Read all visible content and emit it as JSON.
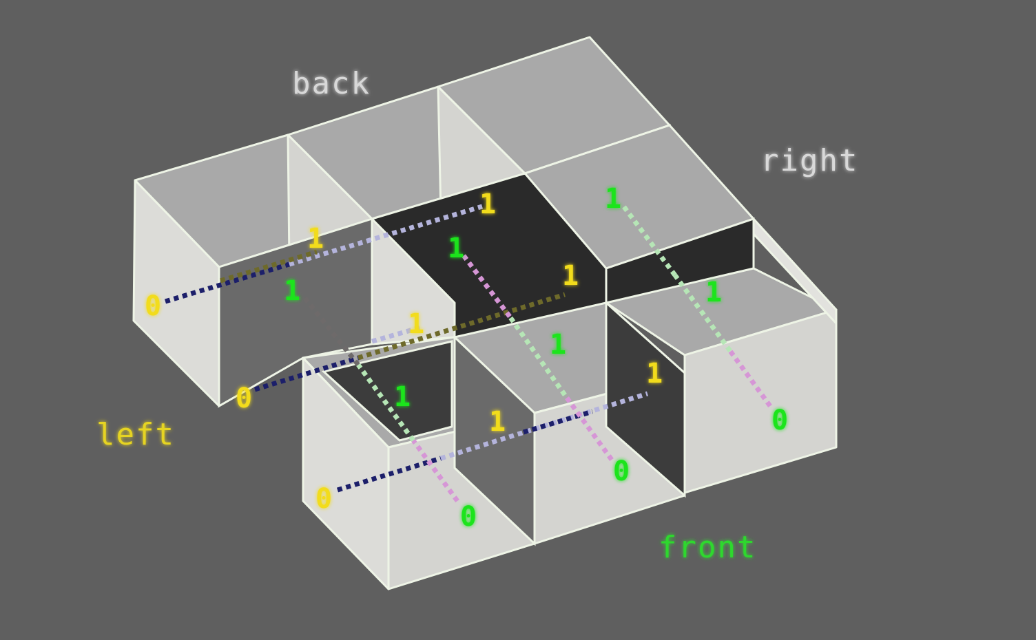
{
  "labels": {
    "back": "back",
    "right": "right",
    "left": "left",
    "front": "front"
  },
  "colors": {
    "background": "#5f5f5f",
    "back_label": "#d8d8d8",
    "right_label": "#d8d8d8",
    "left_label": "#e6d420",
    "front_label": "#2ed82e",
    "yellow_value": "#f2dc1a",
    "green_value": "#1ee41e",
    "ray_navy": "#1c1f6a",
    "ray_lavender": "#b4b4dc",
    "ray_olive": "#6e6a2a",
    "ray_green": "#b6e6b6",
    "ray_pink": "#d696d6"
  },
  "values": {
    "yellow": [
      "0",
      "1",
      "1",
      "0",
      "1",
      "1",
      "0",
      "1",
      "1"
    ],
    "green": [
      "1",
      "1",
      "1",
      "1",
      "1",
      "1",
      "0",
      "0",
      "0"
    ]
  }
}
